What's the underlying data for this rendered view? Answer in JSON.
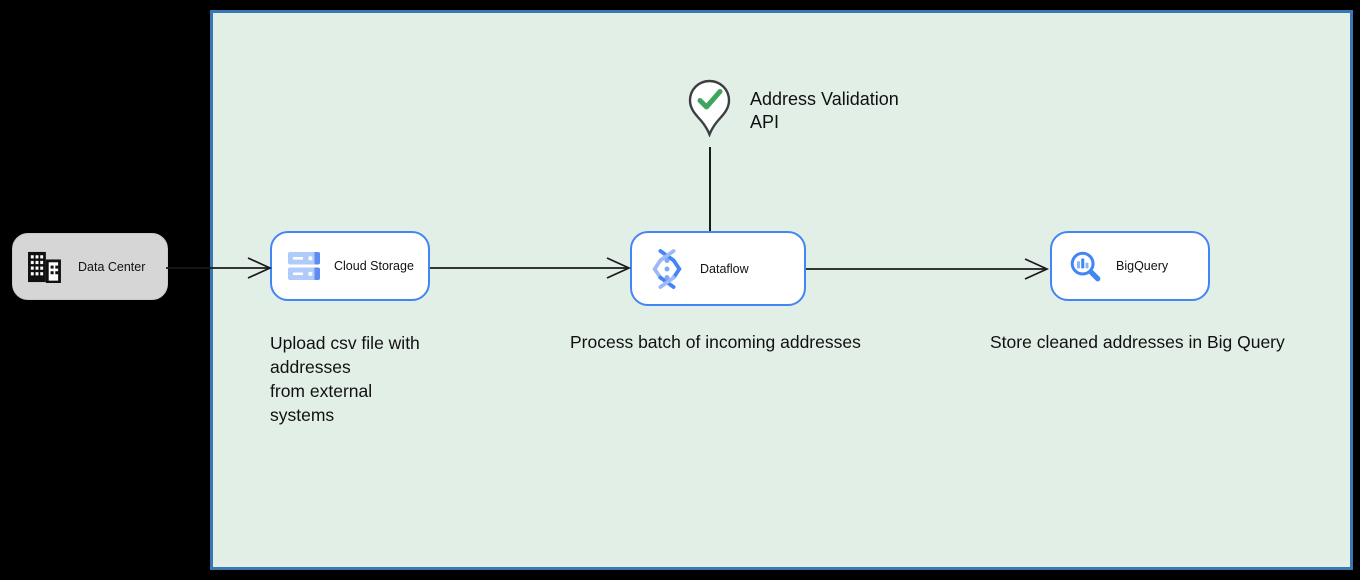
{
  "canvas": {
    "background": "#e2efe6",
    "border_color": "#3a78b3"
  },
  "external_node": {
    "label": "Data Center",
    "background": "#d6d6d6",
    "icon": "building-icon"
  },
  "nodes": [
    {
      "label": "Cloud Storage",
      "icon": "cloud-storage-icon",
      "border_color": "#4285f4"
    },
    {
      "label": "Dataflow",
      "icon": "dataflow-icon",
      "border_color": "#4285f4"
    },
    {
      "label": "BigQuery",
      "icon": "bigquery-icon",
      "border_color": "#4285f4"
    }
  ],
  "captions": [
    {
      "lines": [
        "Upload csv file with",
        "addresses",
        "from external",
        "systems"
      ]
    },
    {
      "lines": [
        "Process batch of incoming addresses"
      ]
    },
    {
      "lines": [
        "Store cleaned addresses in Big Query"
      ]
    }
  ],
  "annotation": {
    "icon": "location-pin-check-icon",
    "lines": [
      "Address Validation",
      "API"
    ],
    "check_color": "#3fa45c",
    "pin_outline_color": "#3c4043"
  },
  "icon_colors": {
    "google_blue": "#4285f4",
    "light_blue": "#aecbfa",
    "medium_light_blue": "#8ab4f8"
  },
  "connector_color": "#1a1a1a"
}
